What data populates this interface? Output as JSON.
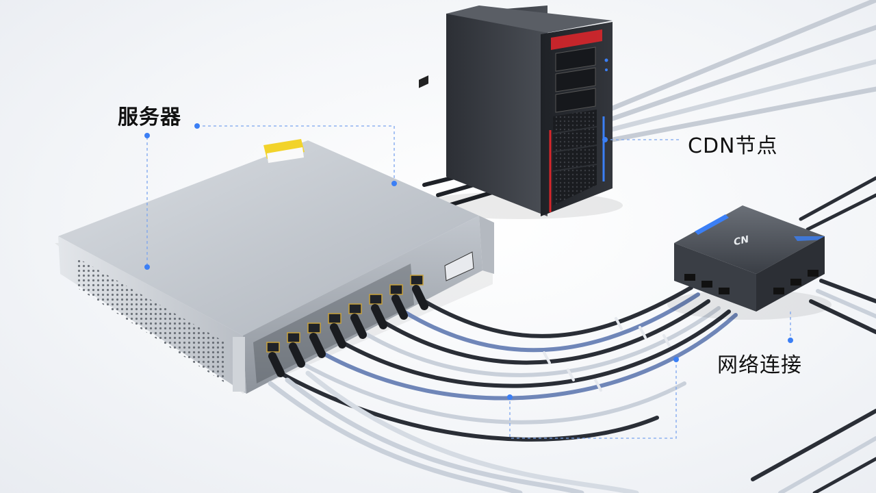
{
  "labels": {
    "server": "服务器",
    "cdn_node": "CDN节点",
    "network": "网络连接"
  },
  "device_logo": "CN",
  "icons": {
    "server": "rack-server-icon",
    "tower": "tower-server-icon",
    "hub": "network-hub-icon"
  },
  "colors": {
    "accent_blue": "#3b7ff5",
    "tower_red": "#d8262b",
    "server_body": "#c7cbd1",
    "hub_body": "#4a4e55",
    "cable_dark": "#2a2e36",
    "cable_light": "#c9d0da",
    "cable_blue": "#6f86b8"
  }
}
